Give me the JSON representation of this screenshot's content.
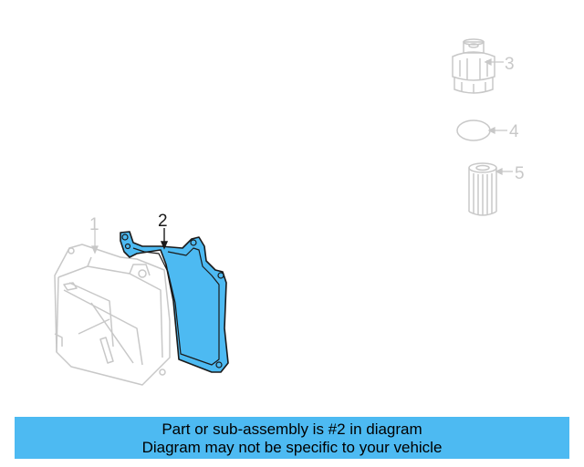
{
  "diagram": {
    "callouts": {
      "c1": "1",
      "c2": "2",
      "c3": "3",
      "c4": "4",
      "c5": "5"
    },
    "highlight_color": "#4dbaf2",
    "faded_color": "#c8c8c8",
    "part_outline_color": "#1a1a1a"
  },
  "banner": {
    "line1": "Part or sub-assembly is #2 in diagram",
    "line2": "Diagram may not be specific to your vehicle"
  }
}
